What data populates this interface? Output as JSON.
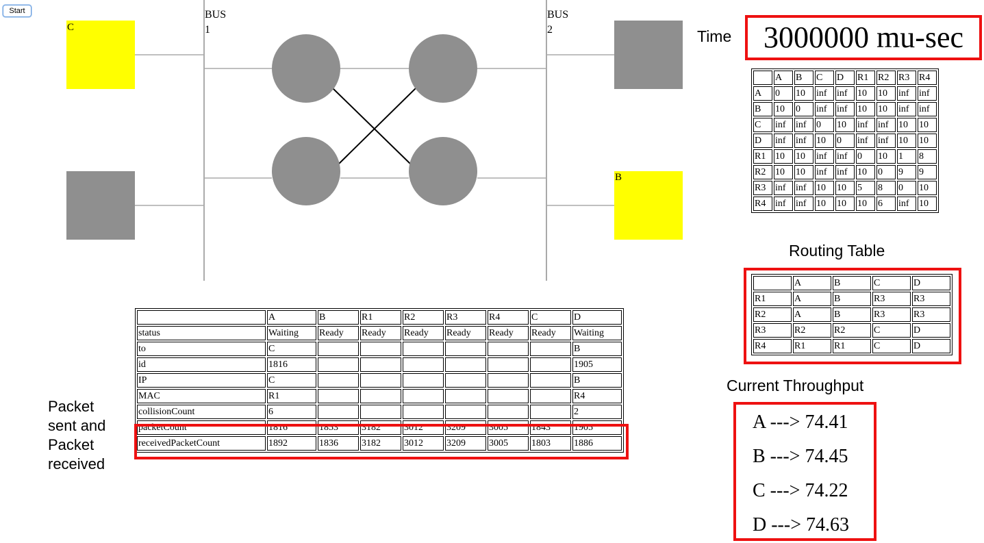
{
  "controls": {
    "start_label": "Start"
  },
  "network": {
    "bus1_label": [
      "BUS",
      "1"
    ],
    "bus2_label": [
      "BUS",
      "2"
    ],
    "node_c_label": "C",
    "node_b_label": "B"
  },
  "colors": {
    "active_node": "#ffff00",
    "idle_node": "#8f8f8f",
    "highlight": "#ee1111"
  },
  "time": {
    "label": "Time",
    "value": "3000000 mu-sec"
  },
  "distance_table": {
    "headers": [
      "",
      "A",
      "B",
      "C",
      "D",
      "R1",
      "R2",
      "R3",
      "R4"
    ],
    "rows": [
      [
        "A",
        "0",
        "10",
        "inf",
        "inf",
        "10",
        "10",
        "inf",
        "inf"
      ],
      [
        "B",
        "10",
        "0",
        "inf",
        "inf",
        "10",
        "10",
        "inf",
        "inf"
      ],
      [
        "C",
        "inf",
        "inf",
        "0",
        "10",
        "inf",
        "inf",
        "10",
        "10"
      ],
      [
        "D",
        "inf",
        "inf",
        "10",
        "0",
        "inf",
        "inf",
        "10",
        "10"
      ],
      [
        "R1",
        "10",
        "10",
        "inf",
        "inf",
        "0",
        "10",
        "1",
        "8"
      ],
      [
        "R2",
        "10",
        "10",
        "inf",
        "inf",
        "10",
        "0",
        "9",
        "9"
      ],
      [
        "R3",
        "inf",
        "inf",
        "10",
        "10",
        "5",
        "8",
        "0",
        "10"
      ],
      [
        "R4",
        "inf",
        "inf",
        "10",
        "10",
        "10",
        "6",
        "inf",
        "10"
      ]
    ]
  },
  "routing_table": {
    "title": "Routing Table",
    "headers": [
      "",
      "A",
      "B",
      "C",
      "D"
    ],
    "rows": [
      [
        "R1",
        "A",
        "B",
        "R3",
        "R3"
      ],
      [
        "R2",
        "A",
        "B",
        "R3",
        "R3"
      ],
      [
        "R3",
        "R2",
        "R2",
        "C",
        "D"
      ],
      [
        "R4",
        "R1",
        "R1",
        "C",
        "D"
      ]
    ]
  },
  "throughput": {
    "title": "Current Throughput",
    "lines": [
      "A ---> 74.41",
      "B ---> 74.45",
      "C ---> 74.22",
      "D ---> 74.63"
    ]
  },
  "status_table": {
    "headers": [
      "",
      "A",
      "B",
      "R1",
      "R2",
      "R3",
      "R4",
      "C",
      "D"
    ],
    "rows": [
      [
        "status",
        "Waiting",
        "Ready",
        "Ready",
        "Ready",
        "Ready",
        "Ready",
        "Ready",
        "Waiting"
      ],
      [
        "to",
        "C",
        "",
        "",
        "",
        "",
        "",
        "",
        "B"
      ],
      [
        "id",
        "1816",
        "",
        "",
        "",
        "",
        "",
        "",
        "1905"
      ],
      [
        "IP",
        "C",
        "",
        "",
        "",
        "",
        "",
        "",
        "B"
      ],
      [
        "MAC",
        "R1",
        "",
        "",
        "",
        "",
        "",
        "",
        "R4"
      ],
      [
        "collisionCount",
        "6",
        "",
        "",
        "",
        "",
        "",
        "",
        "2"
      ],
      [
        "packetCount",
        "1816",
        "1853",
        "3182",
        "3012",
        "3209",
        "3005",
        "1843",
        "1905"
      ],
      [
        "receivedPacketCount",
        "1892",
        "1836",
        "3182",
        "3012",
        "3209",
        "3005",
        "1803",
        "1886"
      ]
    ]
  },
  "annotation": {
    "packet_label": [
      "Packet",
      "sent and",
      "Packet",
      "received"
    ]
  }
}
